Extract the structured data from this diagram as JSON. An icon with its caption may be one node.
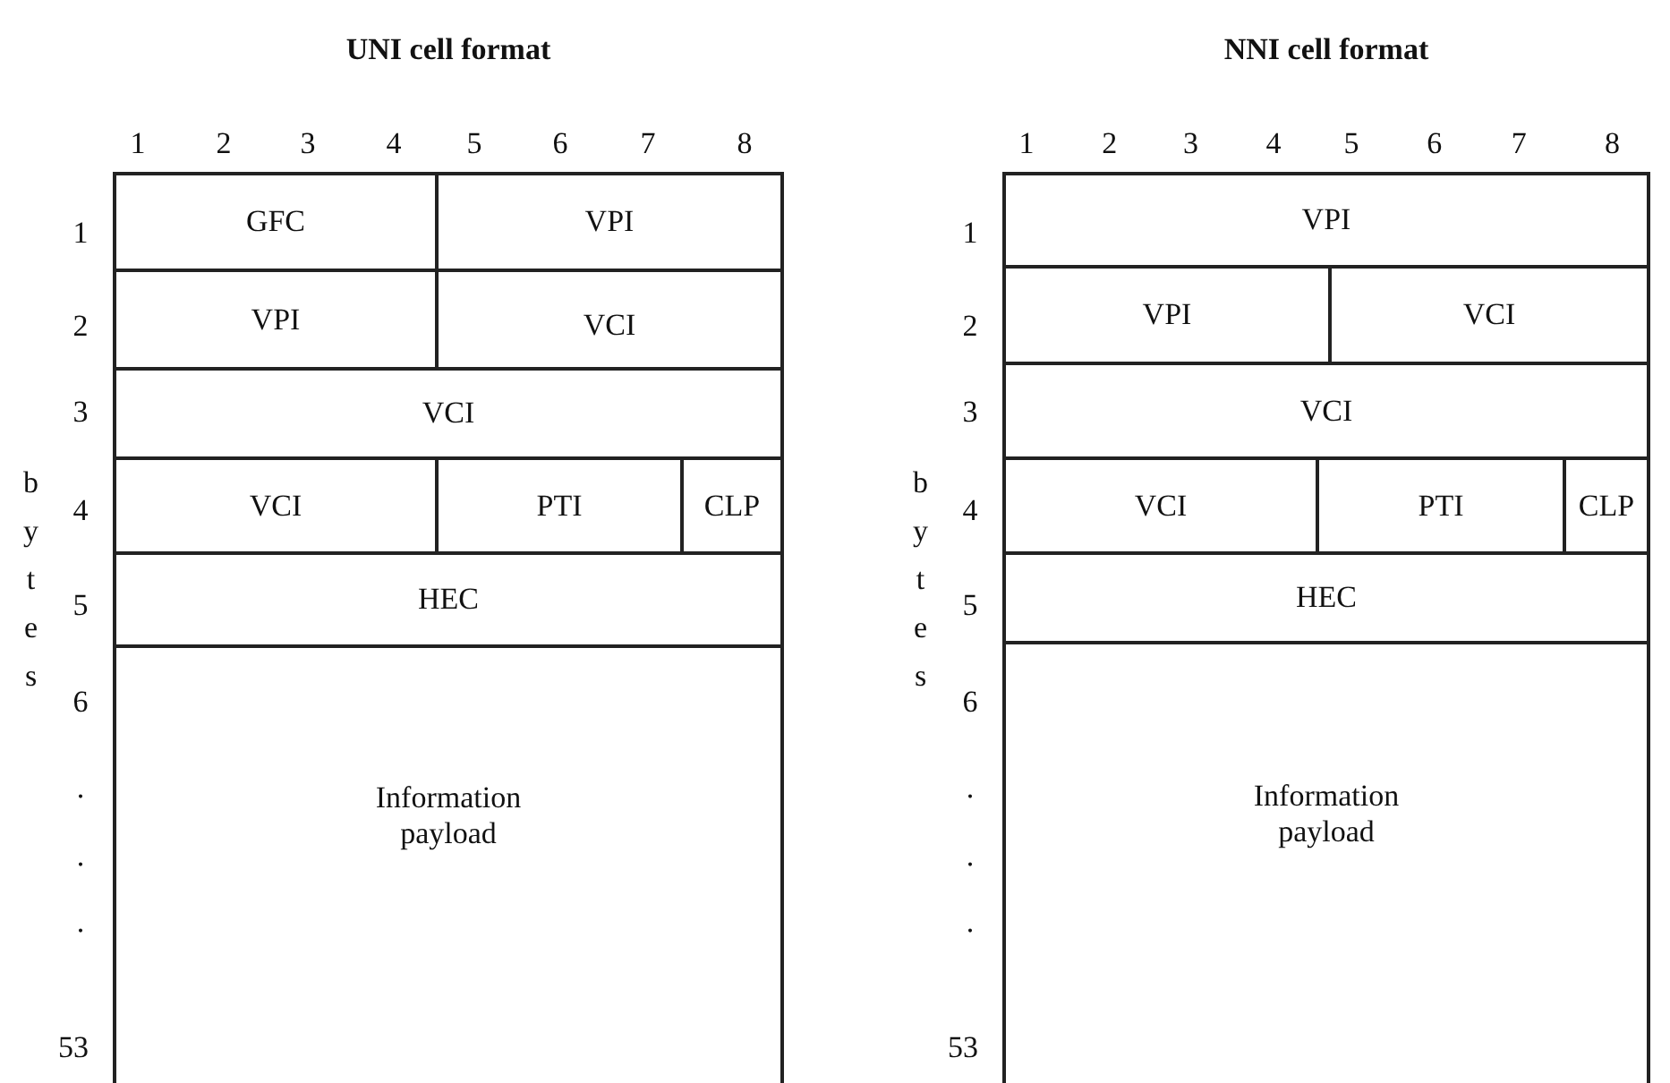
{
  "diagram": {
    "nodes": [
      {
        "text": [
          "UNI cell format"
        ]
      },
      {
        "text": [
          "GFC"
        ],
        "in": 0
      },
      {
        "text": [
          "VPI"
        ],
        "in": 0
      },
      {
        "text": [
          "VPI"
        ],
        "in": 0
      },
      {
        "text": [
          "VCI"
        ],
        "in": 0
      },
      {
        "text": [
          "VCI"
        ],
        "in": 0
      },
      {
        "text": [
          "VCI"
        ],
        "in": 0
      },
      {
        "text": [
          "PTI"
        ],
        "in": 0
      },
      {
        "text": [
          "CLP"
        ],
        "in": 0
      },
      {
        "text": [
          "HEC"
        ],
        "in": 0
      },
      {
        "text": [
          "Information payload"
        ],
        "in": 0
      },
      {
        "text": [
          "NNI cell format"
        ]
      },
      {
        "text": [
          "VPI"
        ],
        "in": 11
      },
      {
        "text": [
          "VPI"
        ],
        "in": 11
      },
      {
        "text": [
          "VCI"
        ],
        "in": 11
      },
      {
        "text": [
          "VCI"
        ],
        "in": 11
      },
      {
        "text": [
          "VCI"
        ],
        "in": 11
      },
      {
        "text": [
          "PTI"
        ],
        "in": 11
      },
      {
        "text": [
          "CLP"
        ],
        "in": 11
      },
      {
        "text": [
          "HEC"
        ],
        "in": 11
      },
      {
        "text": [
          "Information payload"
        ],
        "in": 11
      }
    ],
    "labels": [
      "1",
      "2",
      "3",
      "4",
      "5",
      "6",
      "7",
      "8",
      "1",
      "2",
      "3",
      "4",
      "5",
      "6",
      ".",
      ".",
      ".",
      "53",
      "bytes",
      "1",
      "2",
      "3",
      "4",
      "5",
      "6",
      "7",
      "8",
      "1",
      "2",
      "3",
      "4",
      "5",
      "6",
      ".",
      ".",
      ".",
      "53",
      "bytes"
    ]
  }
}
